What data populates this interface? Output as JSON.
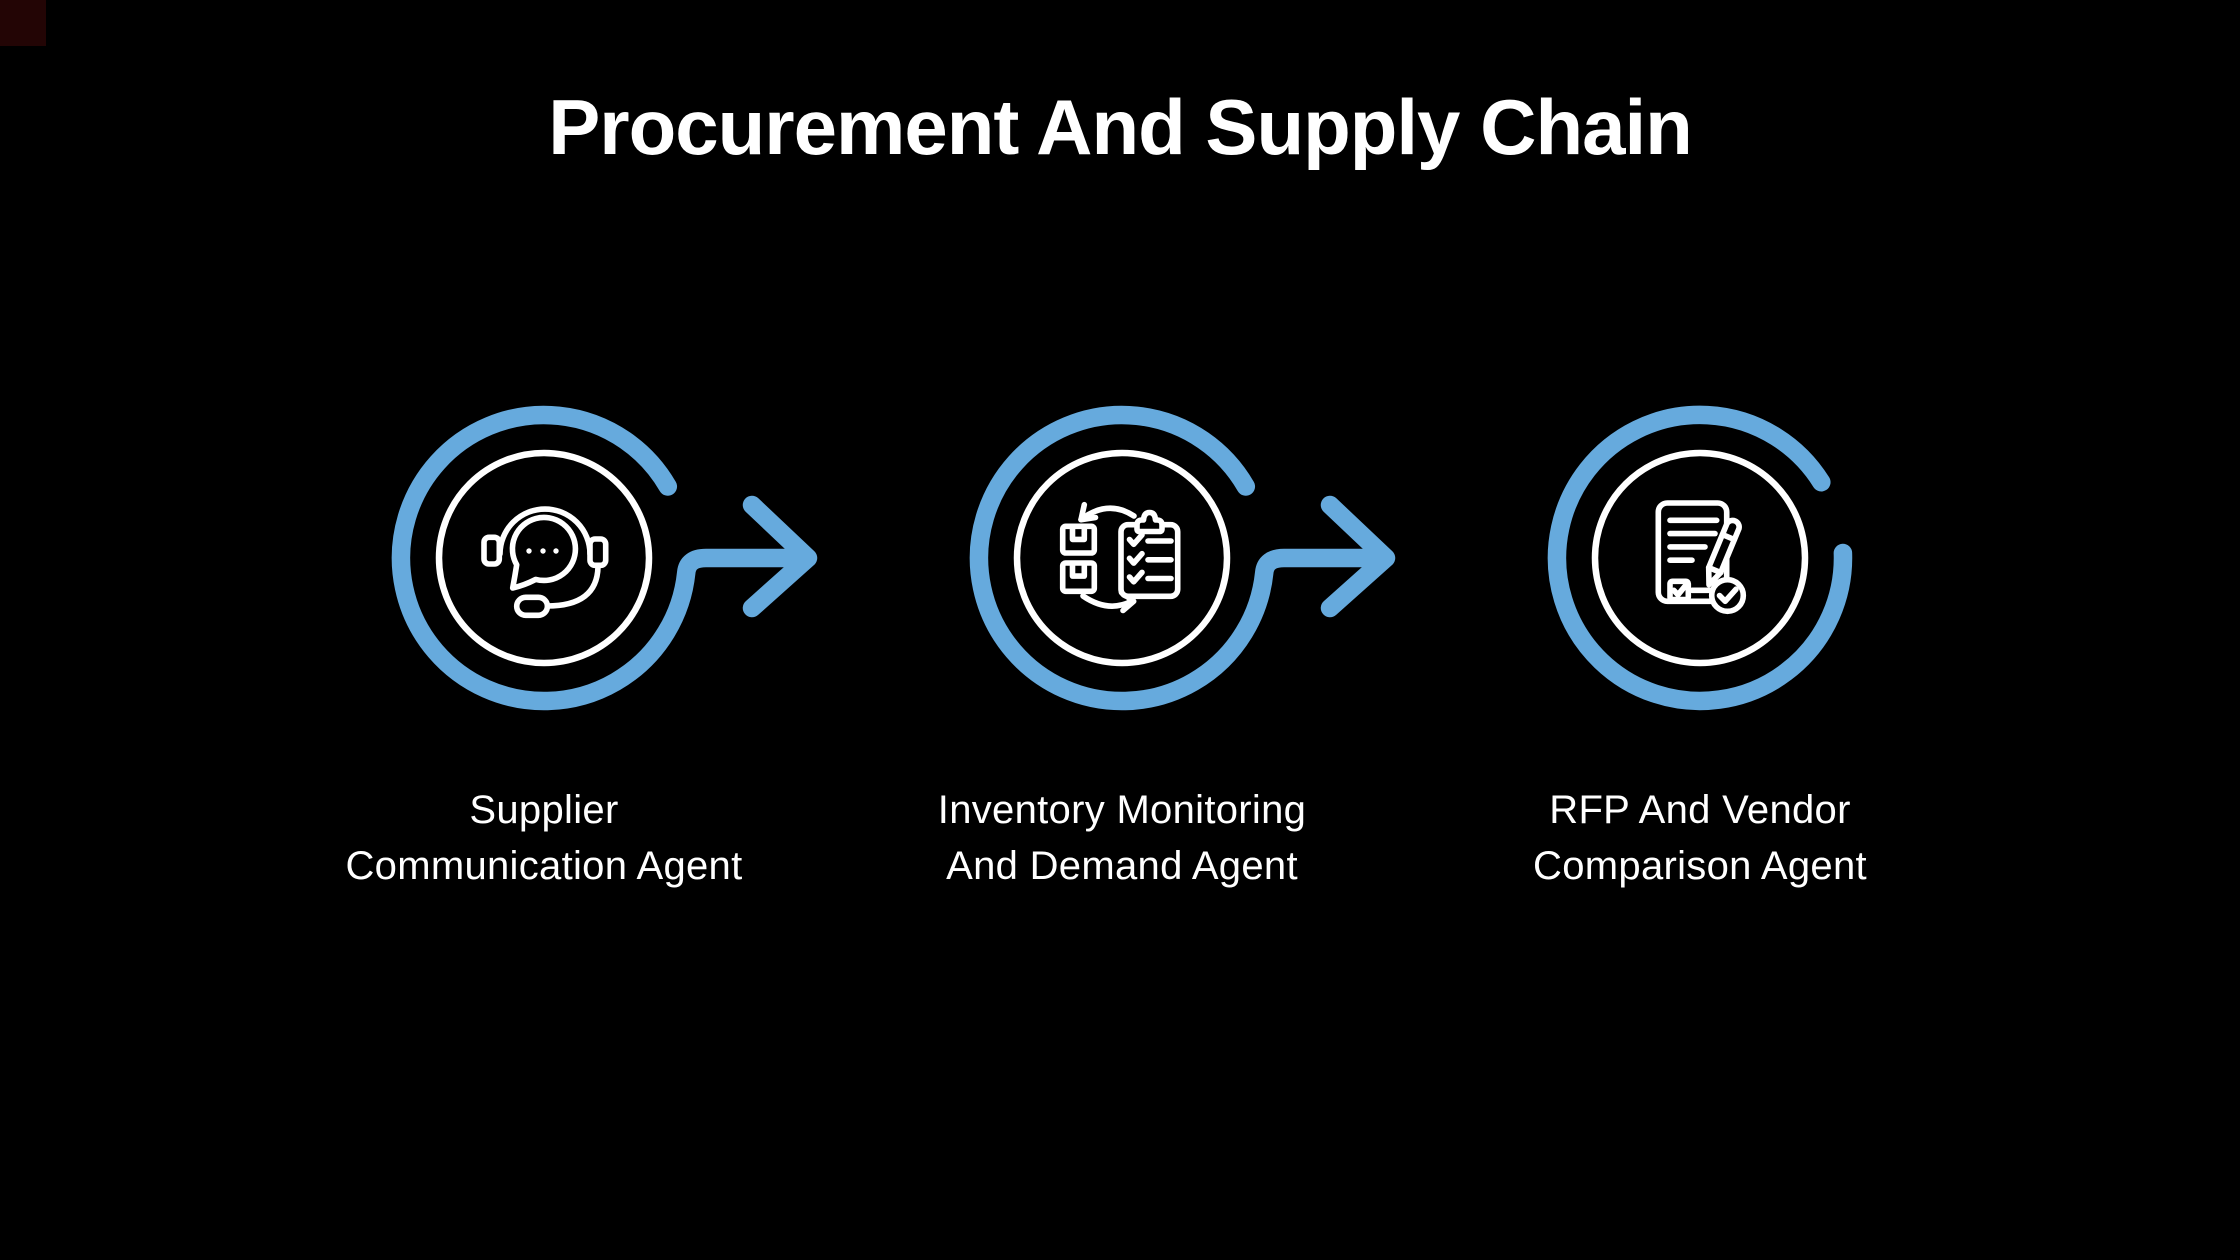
{
  "title": "Procurement And Supply Chain",
  "theme": {
    "background": "#000000",
    "accent_blue": "#66AADD",
    "icon_stroke": "#FFFFFF",
    "text_color": "#FFFFFF",
    "corner_square": "#230505"
  },
  "agents": [
    {
      "icon": "headset-chat-icon",
      "label_line1": "Supplier",
      "label_line2": "Communication Agent"
    },
    {
      "icon": "inventory-sync-clipboard-icon",
      "label_line1": "Inventory Monitoring",
      "label_line2": "And Demand Agent"
    },
    {
      "icon": "document-pencil-check-icon",
      "label_line1": "RFP And Vendor",
      "label_line2": "Comparison Agent"
    }
  ],
  "connectors": [
    {
      "between": "agent-1-and-agent-2",
      "type": "arrow-right"
    },
    {
      "between": "agent-2-and-agent-3",
      "type": "arrow-right"
    }
  ]
}
